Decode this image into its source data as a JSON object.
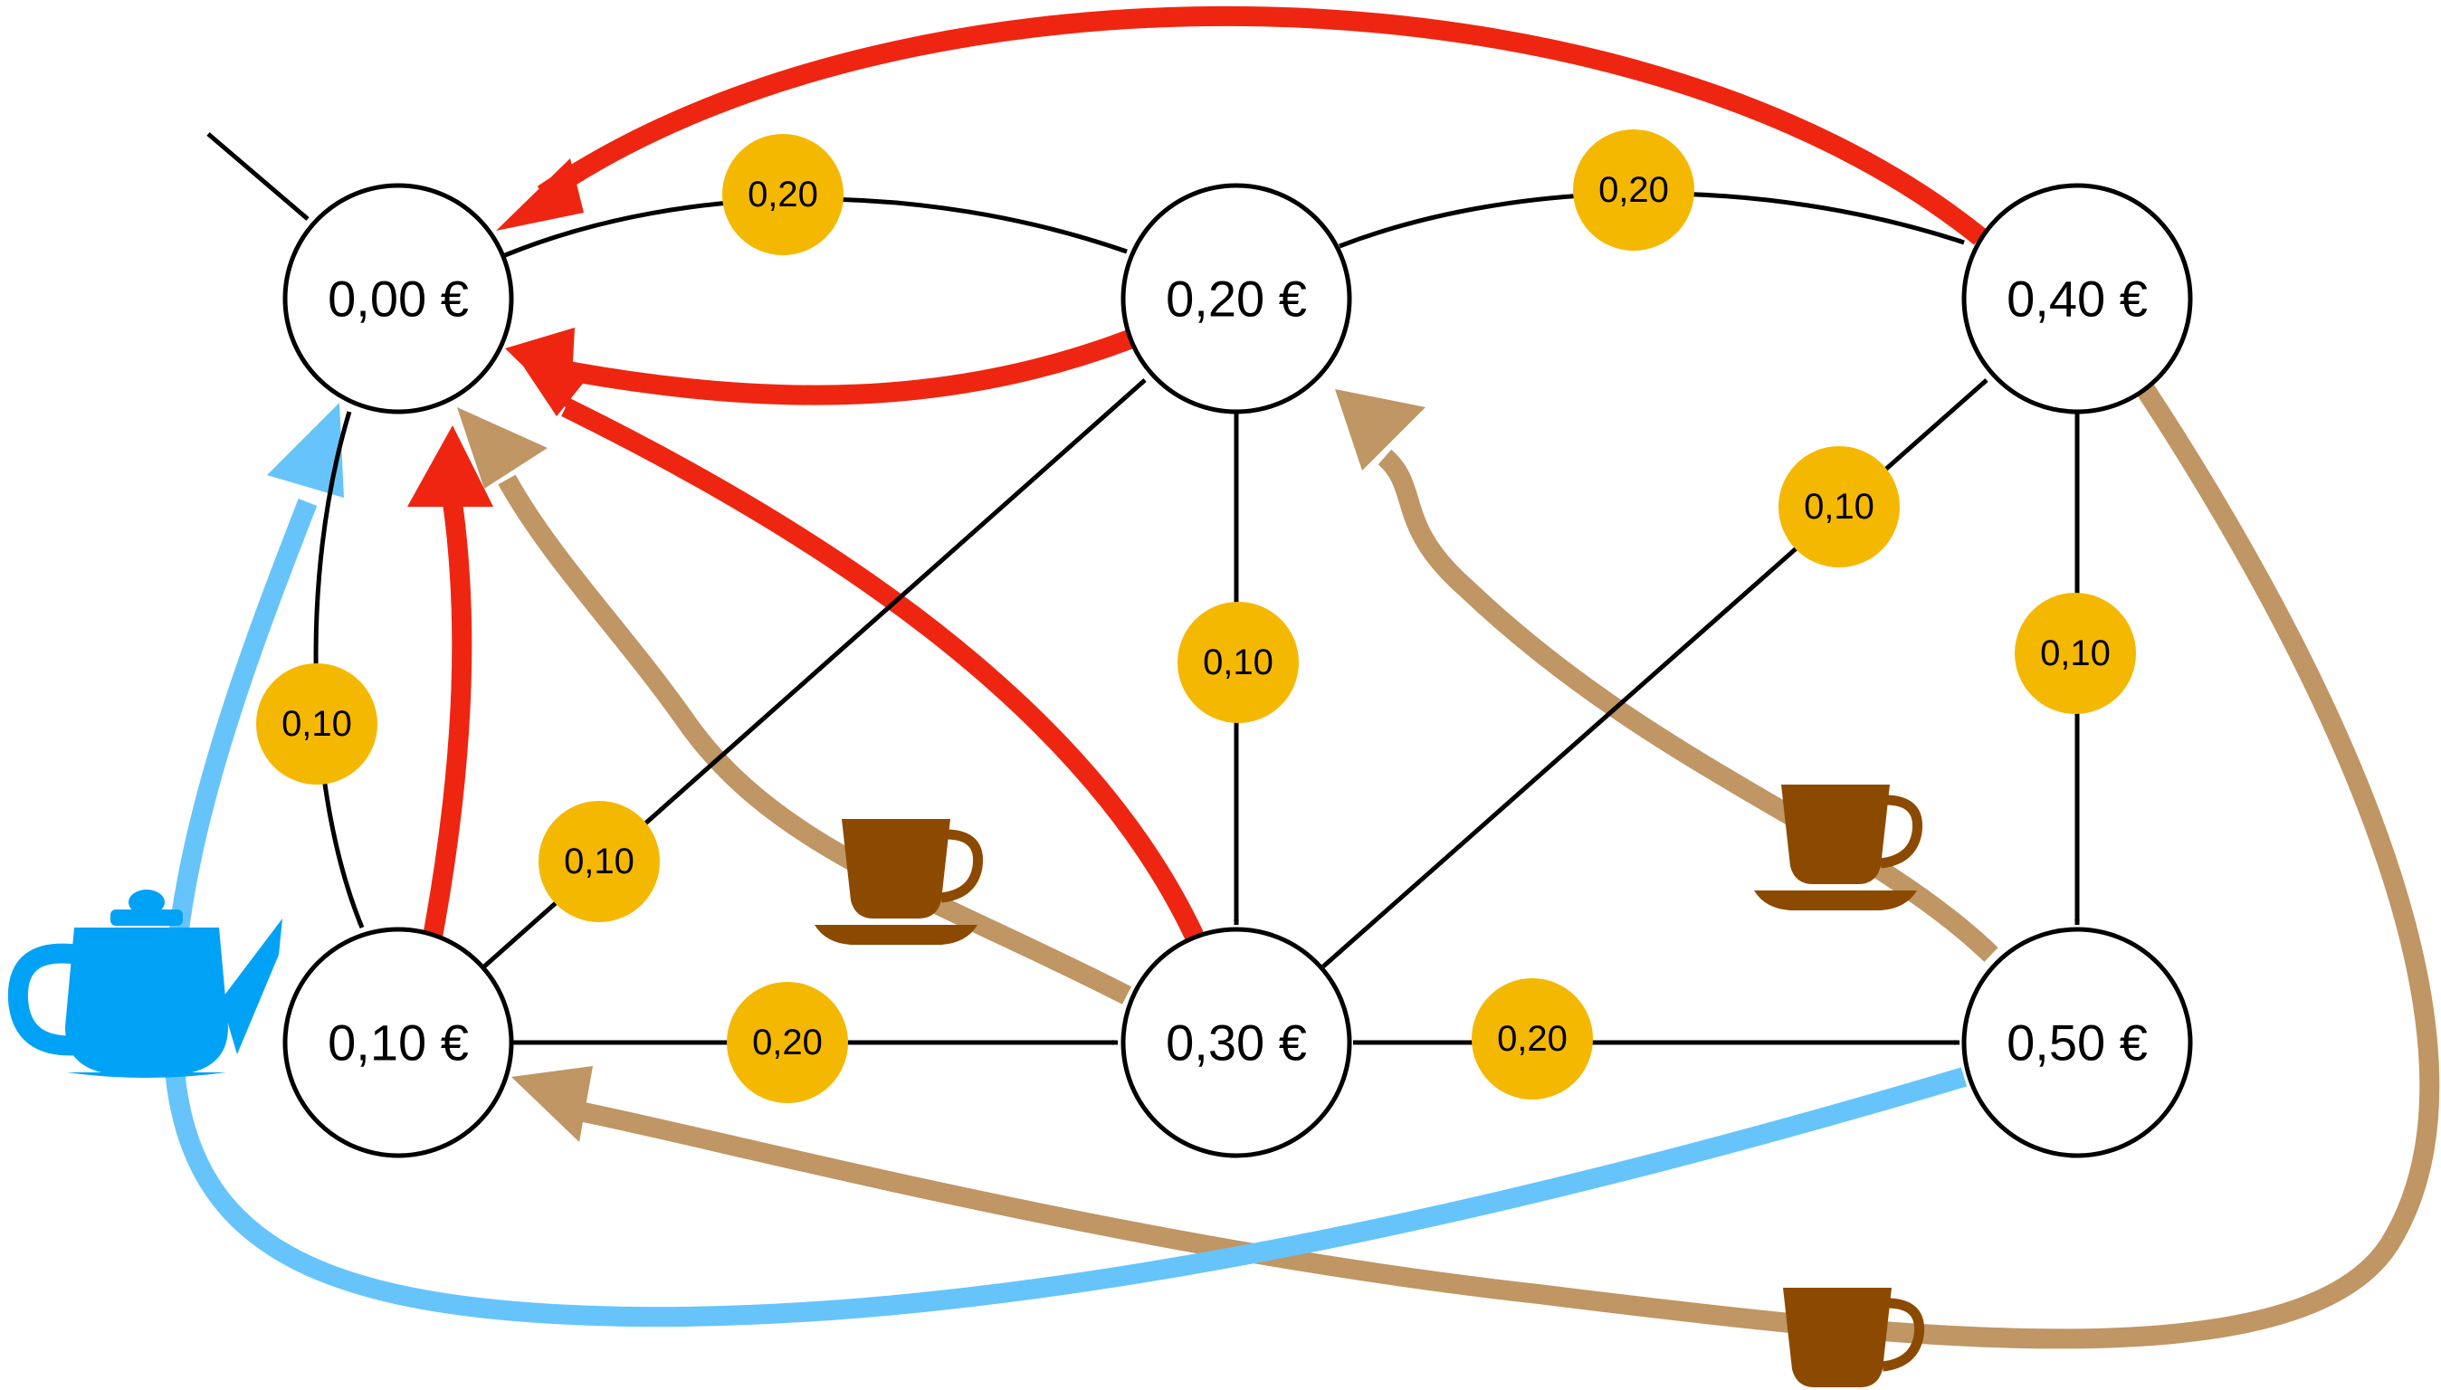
{
  "colors": {
    "coin": "#F5B800",
    "red_return": "#EE2611",
    "brown_coffee": "#BF9664",
    "blue_tea": "#66C4FB",
    "cup": "#8B4A00",
    "teapot": "#00A2F5",
    "node_stroke": "#000000"
  },
  "states": [
    {
      "id": "s000",
      "label": "0,00 €"
    },
    {
      "id": "s020",
      "label": "0,20 €"
    },
    {
      "id": "s040",
      "label": "0,40 €"
    },
    {
      "id": "s010",
      "label": "0,10 €"
    },
    {
      "id": "s030",
      "label": "0,30 €"
    },
    {
      "id": "s050",
      "label": "0,50 €"
    }
  ],
  "coins": [
    {
      "from": "s000",
      "to": "s020",
      "label": "0,20"
    },
    {
      "from": "s020",
      "to": "s040",
      "label": "0,20"
    },
    {
      "from": "s000",
      "to": "s010",
      "label": "0,10"
    },
    {
      "from": "s020",
      "to": "s030",
      "label": "0,10"
    },
    {
      "from": "s040",
      "to": "s050",
      "label": "0,10"
    },
    {
      "from": "s010",
      "to": "s020",
      "label": "0,10"
    },
    {
      "from": "s030",
      "to": "s040",
      "label": "0,10"
    },
    {
      "from": "s010",
      "to": "s030",
      "label": "0,20"
    },
    {
      "from": "s030",
      "to": "s050",
      "label": "0,20"
    }
  ],
  "icons": {
    "coffee": "coffee-cup-icon",
    "tea": "teapot-icon"
  }
}
